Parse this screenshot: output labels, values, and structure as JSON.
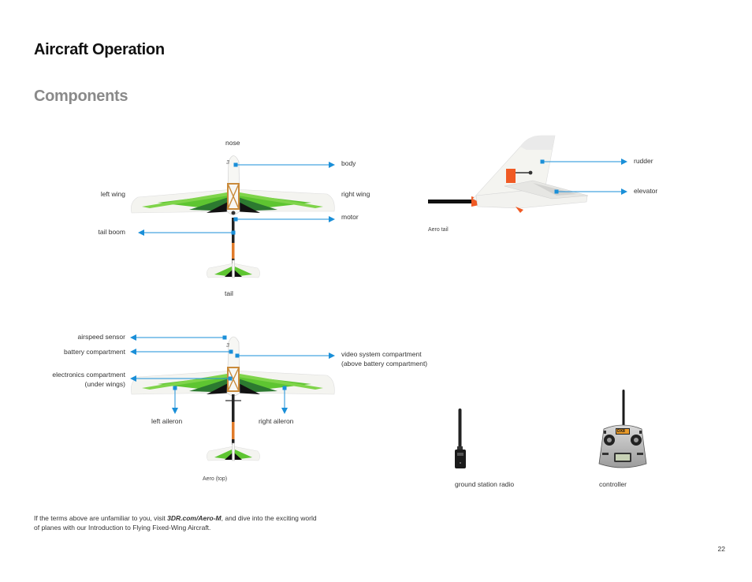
{
  "header": {
    "title": "Aircraft Operation",
    "section": "Components"
  },
  "top_diagram": {
    "labels": {
      "nose": "nose",
      "body": "body",
      "left_wing": "left wing",
      "right_wing": "right wing",
      "motor": "motor",
      "tail_boom": "tail boom",
      "tail": "tail"
    }
  },
  "tail_diagram": {
    "labels": {
      "rudder": "rudder",
      "elevator": "elevator"
    },
    "caption": "Aero tail"
  },
  "bottom_diagram": {
    "labels": {
      "airspeed_sensor": "airspeed sensor",
      "battery_compartment": "battery compartment",
      "electronics_line1": "electronics compartment",
      "electronics_line2": "(under wings)",
      "video_line1": "video system compartment",
      "video_line2": "(above battery compartment)",
      "left_aileron": "left aileron",
      "right_aileron": "right aileron"
    },
    "caption": "Aero (top)"
  },
  "accessories": {
    "ground_station_radio": "ground station radio",
    "controller": "controller",
    "controller_screen": "DX8"
  },
  "footer": {
    "text_before": "If the terms above are unfamiliar to you, visit ",
    "link": "3DR.com/Aero-M",
    "text_after": ", and dive into the exciting world of planes with our Introduction to Flying Fixed-Wing Aircraft.",
    "page_number": "22"
  },
  "colors": {
    "accent_arrow": "#1a8fd8",
    "wing_green": "#5ec531",
    "wing_dark_green": "#1f6b2a",
    "wing_black": "#111111",
    "tail_orange": "#f05a24"
  },
  "icons": [
    "airplane-top-icon",
    "airplane-tail-icon",
    "radio-icon",
    "controller-icon",
    "arrow-icon"
  ]
}
